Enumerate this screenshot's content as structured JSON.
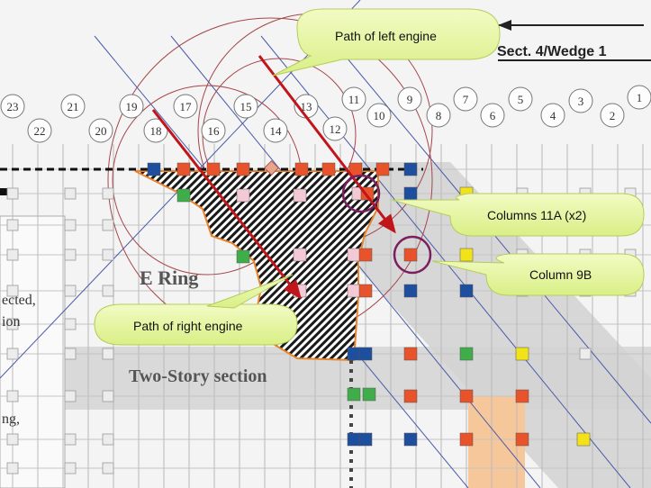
{
  "section_label": "Sect. 4/Wedge 1",
  "ring_label": "E Ring",
  "two_story_label": "Two-Story section",
  "left_cut_text": {
    "line1": "ected,",
    "line2": "ion",
    "line3": "ng,"
  },
  "callouts": {
    "left_engine": "Path of left engine",
    "right_engine": "Path of right engine",
    "columns_11a": "Columns 11A (x2)",
    "column_9b": "Column 9B"
  },
  "column_numbers": {
    "top_row": [
      "23",
      "21",
      "19",
      "17",
      "15",
      "13",
      "11",
      "9",
      "7",
      "5",
      "3",
      "1"
    ],
    "bottom_row": [
      "22",
      "20",
      "18",
      "16",
      "14",
      "12",
      "10",
      "8",
      "6",
      "4",
      "2"
    ]
  },
  "colors": {
    "red": "#e8532b",
    "blue": "#1e4f9e",
    "green": "#3fae4a",
    "yellow": "#f2e21a",
    "pink": "#f3c9d6",
    "callout_fill": "#e8f5a8",
    "engine_path": "#c0161b",
    "damage_outline": "#e8842c"
  }
}
